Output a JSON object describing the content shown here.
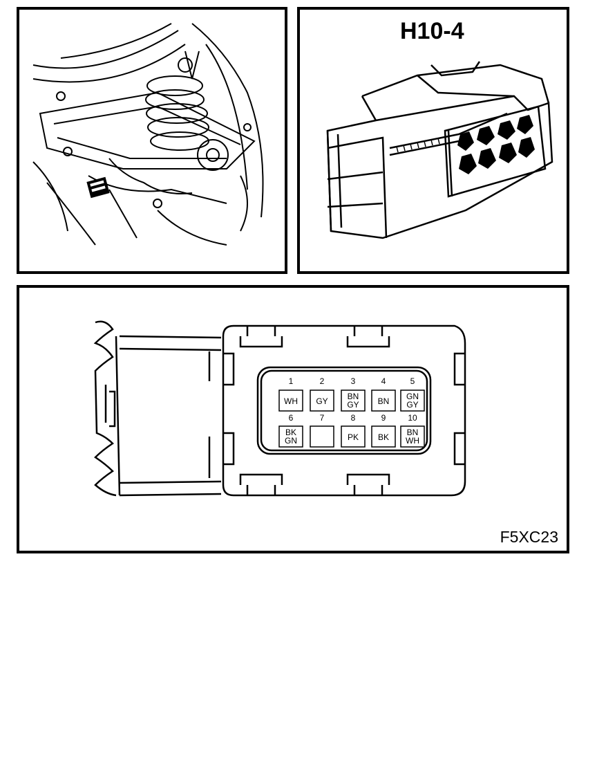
{
  "connector": {
    "title": "H10-4"
  },
  "figure": {
    "code": "F5XC23"
  },
  "pins": [
    {
      "number": "1",
      "code": [
        "WH"
      ]
    },
    {
      "number": "2",
      "code": [
        "GY"
      ]
    },
    {
      "number": "3",
      "code": [
        "BN",
        "GY"
      ]
    },
    {
      "number": "4",
      "code": [
        "BN"
      ]
    },
    {
      "number": "5",
      "code": [
        "GN",
        "GY"
      ]
    },
    {
      "number": "6",
      "code": [
        "BK",
        "GN"
      ]
    },
    {
      "number": "7",
      "code": []
    },
    {
      "number": "8",
      "code": [
        "PK"
      ]
    },
    {
      "number": "9",
      "code": [
        "BK"
      ]
    },
    {
      "number": "10",
      "code": [
        "BN",
        "WH"
      ]
    }
  ]
}
